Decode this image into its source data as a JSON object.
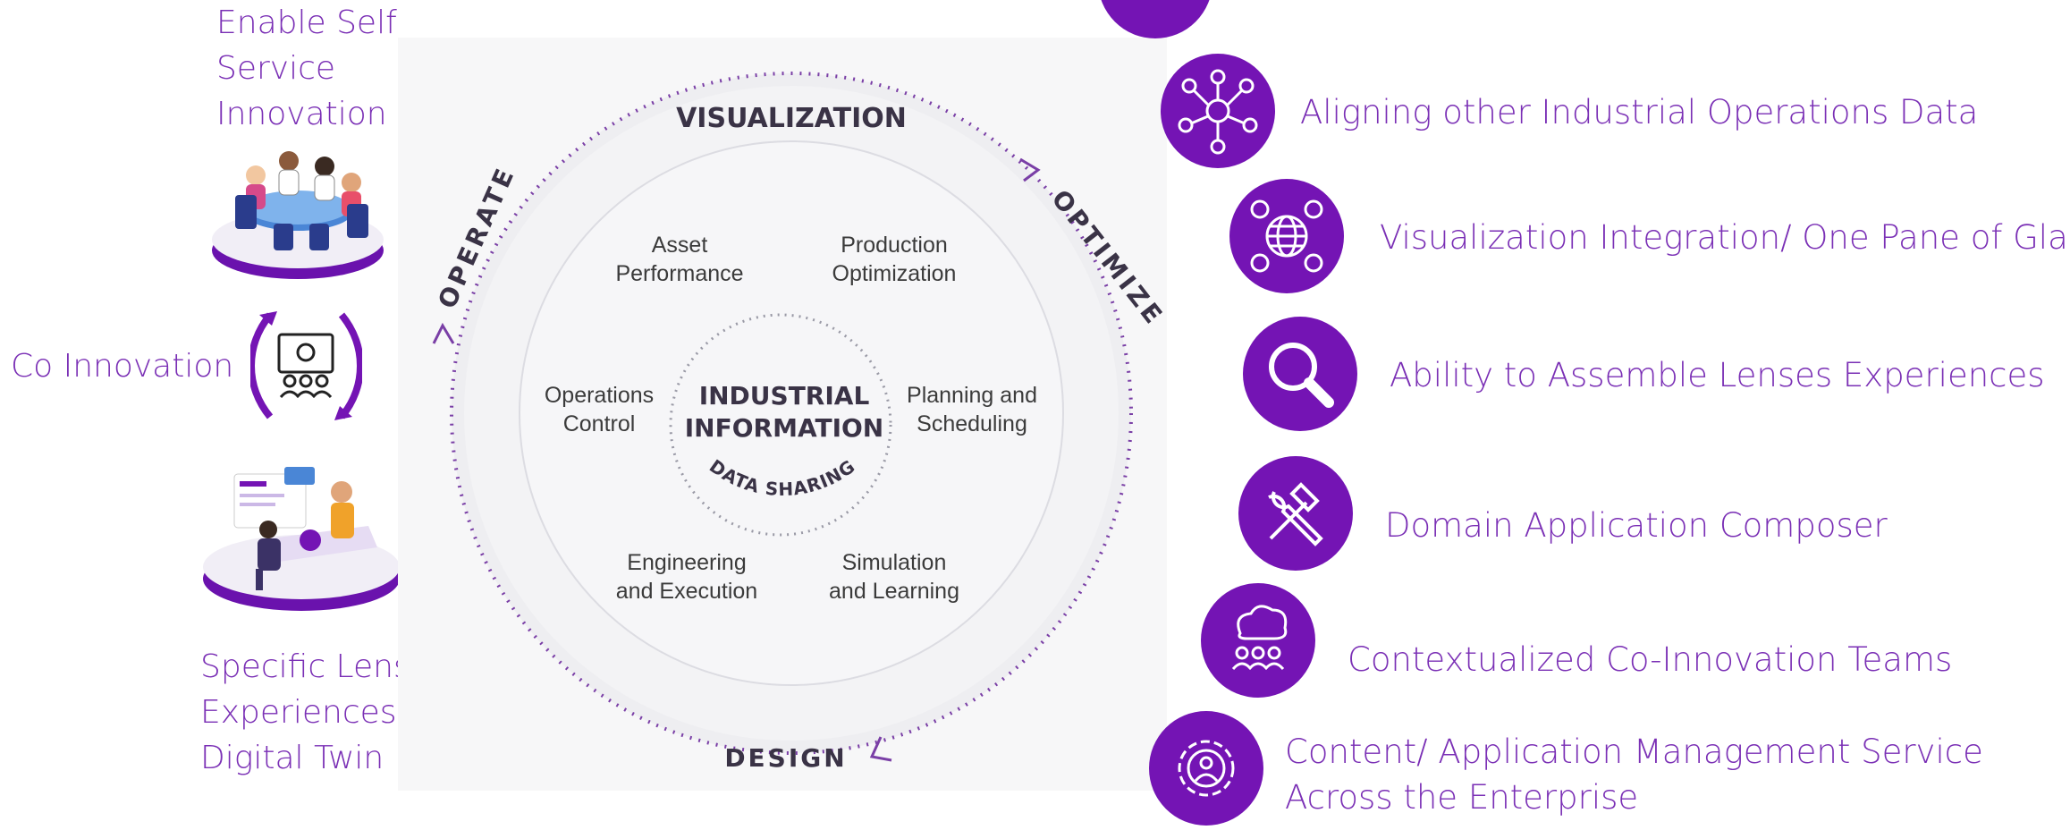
{
  "left": {
    "self_service": "Enable Self Service Innovation",
    "co_innovation": "Co Innovation",
    "lenses": "Specific Lenses Experiences into Digital Twin"
  },
  "diagram": {
    "outer_top": "VISUALIZATION",
    "outer_left": "OPERATE",
    "outer_right": "OPTIMIZE",
    "outer_bottom": "DESIGN",
    "center_line1": "INDUSTRIAL",
    "center_line2": "INFORMATION",
    "data_sharing": "DATA SHARING",
    "asset_l1": "Asset",
    "asset_l2": "Performance",
    "prod_l1": "Production",
    "prod_l2": "Optimization",
    "ops_l1": "Operations",
    "ops_l2": "Control",
    "plan_l1": "Planning and",
    "plan_l2": "Scheduling",
    "eng_l1": "Engineering",
    "eng_l2": "and Execution",
    "sim_l1": "Simulation",
    "sim_l2": "and Learning"
  },
  "features": [
    {
      "label": "Aligning other Industrial Operations Data",
      "icon": "network-icon"
    },
    {
      "label": "Visualization Integration/ One Pane of Glass",
      "icon": "globe-users-icon"
    },
    {
      "label": "Ability to Assemble Lenses Experiences",
      "icon": "magnifier-icon"
    },
    {
      "label": "Domain Application Composer",
      "icon": "tools-icon"
    },
    {
      "label": "Contextualized Co-Innovation Teams",
      "icon": "team-idea-icon"
    },
    {
      "label": "Content/ Application  Management Service",
      "label2": "Across the Enterprise",
      "icon": "gear-person-icon"
    }
  ],
  "colors": {
    "accent": "#7414b4",
    "text_accent": "#7a2fb5"
  }
}
